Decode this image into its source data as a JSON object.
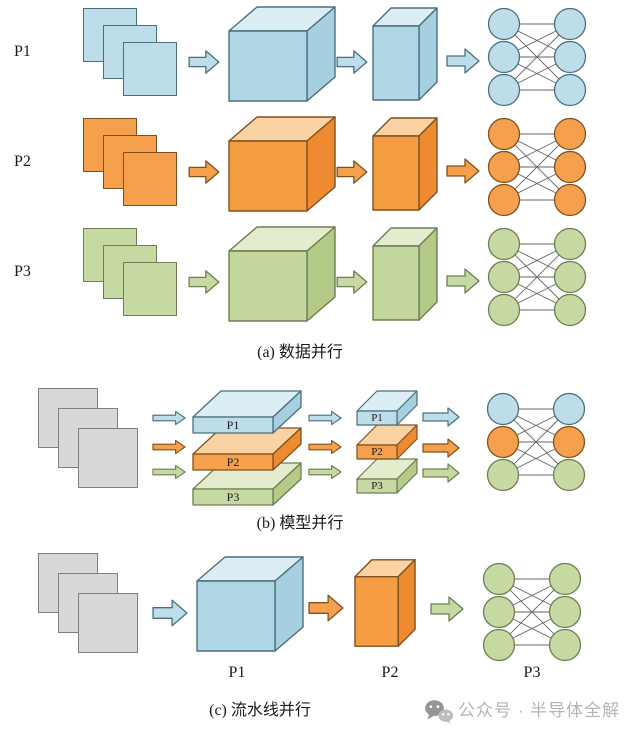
{
  "colors": {
    "blue_flat": "#BDDDEB",
    "blue_front": "#AFD7E5",
    "blue_top": "#DCEEF5",
    "blue_side": "#A6D0DF",
    "blue_edge": "#4A6F7C",
    "orange_flat": "#F5A04C",
    "orange_front": "#F59C42",
    "orange_top": "#FBD3A3",
    "orange_side": "#EE8B30",
    "orange_edge": "#7E5220",
    "green_flat": "#C6D9A2",
    "green_front": "#C3D79E",
    "green_top": "#E3ECCD",
    "green_side": "#B4CA89",
    "green_edge": "#6E7D52",
    "gray_fill": "#D8D8D8",
    "gray_edge": "#7F7F7F",
    "line": "#666666",
    "text": "#1A1A1A",
    "watermark_text": "#B5B5B5",
    "watermark_dark": "#949494",
    "watermark_light": "#BDBDBD"
  },
  "section_a": {
    "caption": "(a) 数据并行",
    "rows": [
      {
        "label": "P1",
        "color": "blue"
      },
      {
        "label": "P2",
        "color": "orange"
      },
      {
        "label": "P3",
        "color": "green"
      }
    ]
  },
  "section_b": {
    "caption": "(b) 模型并行",
    "left_slabs": [
      "P1",
      "P2",
      "P3"
    ],
    "right_slabs": [
      "P1",
      "P2",
      "P3"
    ]
  },
  "section_c": {
    "caption": "(c) 流水线并行",
    "stage_labels": [
      "P1",
      "P2",
      "P3"
    ]
  },
  "watermark": {
    "text": "公众号 · 半导体全解"
  }
}
